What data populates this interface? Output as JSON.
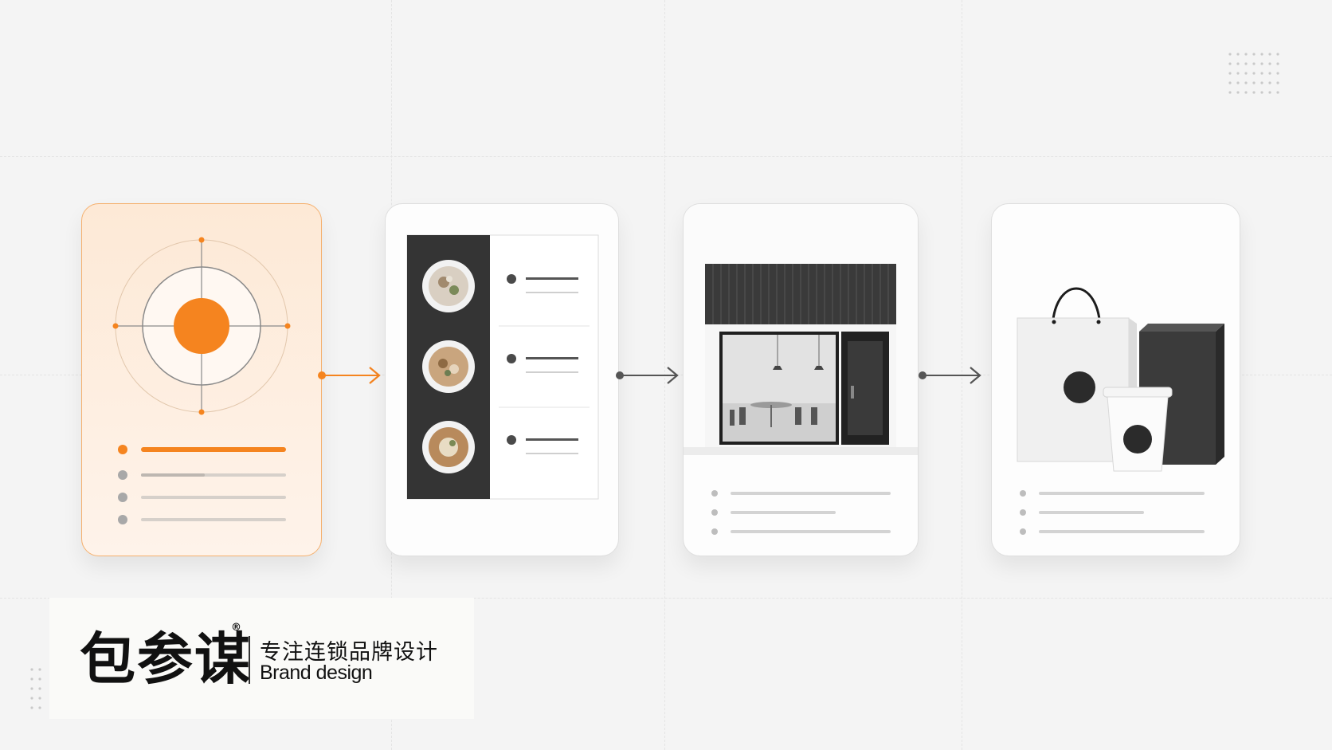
{
  "colors": {
    "accent": "#f5841f",
    "background": "#f4f4f4",
    "dark_panel": "#333333"
  },
  "flow_steps": [
    {
      "name": "target-card",
      "icon": "target-icon",
      "highlighted": true
    },
    {
      "name": "menu-card",
      "icon": "menu-dishes-icon",
      "highlighted": false
    },
    {
      "name": "storefront-card",
      "icon": "storefront-icon",
      "highlighted": false
    },
    {
      "name": "packaging-card",
      "icon": "packaging-icon",
      "highlighted": false
    }
  ],
  "brand": {
    "mark": "包参谋",
    "registered": "®",
    "tagline_cn": "专注连锁品牌设计",
    "tagline_en": "Brand design"
  }
}
